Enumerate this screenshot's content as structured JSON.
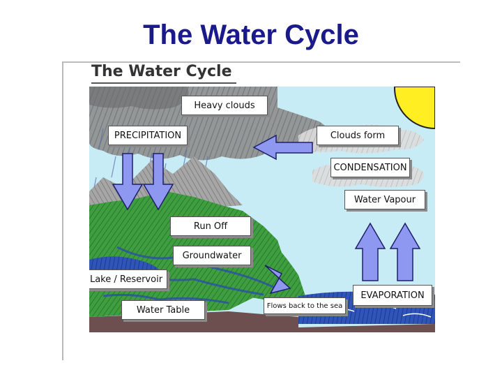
{
  "slide": {
    "title": "The Water Cycle"
  },
  "diagram": {
    "title": "The Water Cycle",
    "labels": {
      "heavy_clouds": "Heavy clouds",
      "precipitation": "PRECIPITATION",
      "clouds_form": "Clouds form",
      "condensation": "CONDENSATION",
      "water_vapour": "Water Vapour",
      "run_off": "Run Off",
      "groundwater": "Groundwater",
      "lake_reservoir": "Lake / Reservoir",
      "water_table": "Water Table",
      "flows_back": "Flows back to the sea",
      "evaporation": "EVAPORATION"
    },
    "colors": {
      "sky": "#c8ecf6",
      "sun": "#ffee22",
      "arrow_fill": "#8f98f0",
      "land_green": "#3a9a3a",
      "mountain": "#9a9a9a",
      "sea": "#2a4ab0",
      "title_blue": "#1a1a8a"
    }
  }
}
